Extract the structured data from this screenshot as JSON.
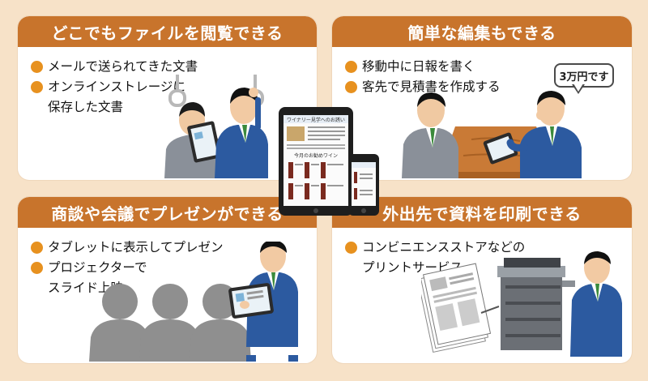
{
  "panels": {
    "top_left": {
      "title": "どこでもファイルを閲覧できる",
      "items": [
        "メールで送られてきた文書",
        "オンラインストレージに\n保存した文書"
      ]
    },
    "top_right": {
      "title": "簡単な編集もできる",
      "items": [
        "移動中に日報を書く",
        "客先で見積書を作成する"
      ],
      "speech_bubble": "3万円です"
    },
    "bottom_left": {
      "title": "商談や会議でプレゼンができる",
      "items": [
        "タブレットに表示してプレゼン",
        "プロジェクターで\nスライド上映"
      ]
    },
    "bottom_right": {
      "title": "外出先で資料を印刷できる",
      "items": [
        "コンビニエンスストアなどの\nプリントサービス"
      ]
    }
  },
  "center_tablet": {
    "header_text": "ワイナリー見学へのお誘い",
    "section_text": "今月のお勧めワイン"
  },
  "colors": {
    "background": "#f7e2c8",
    "header": "#c8742c",
    "bullet": "#e7911f",
    "suit": "#2c5aa0"
  }
}
